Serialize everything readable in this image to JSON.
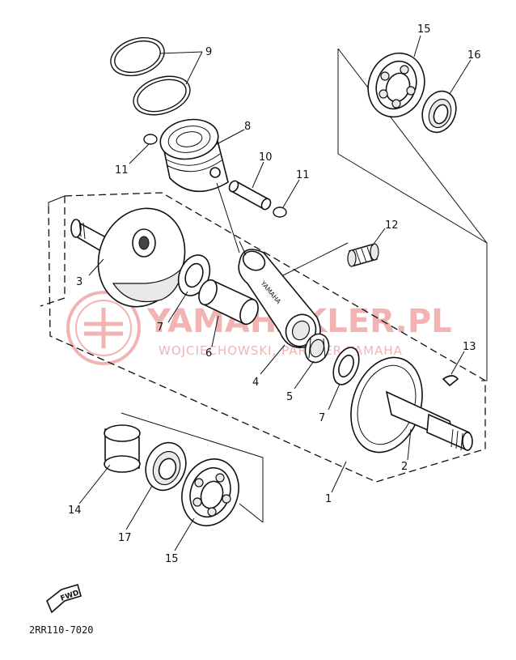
{
  "watermark": {
    "main": "YAMAHAKLER.PL",
    "sub": "WOJCIECHOWSKI, PARTNER YAMAHA",
    "color": "#f2b3b3"
  },
  "callouts": {
    "n1": "1",
    "n2": "2",
    "n3": "3",
    "n4": "4",
    "n5": "5",
    "n6": "6",
    "n7a": "7",
    "n7b": "7",
    "n8": "8",
    "n9": "9",
    "n10": "10",
    "n11a": "11",
    "n11b": "11",
    "n12": "12",
    "n13": "13",
    "n14": "14",
    "n15a": "15",
    "n15b": "15",
    "n16": "16",
    "n17": "17"
  },
  "rod_marking": "YAMAHA",
  "fwd_label": "FWD",
  "diagram_code": "2RR110-7020",
  "icons": {
    "watermark_logo": "tuning-fork-logo-icon",
    "forward_arrow": "forward-arrow-icon"
  }
}
